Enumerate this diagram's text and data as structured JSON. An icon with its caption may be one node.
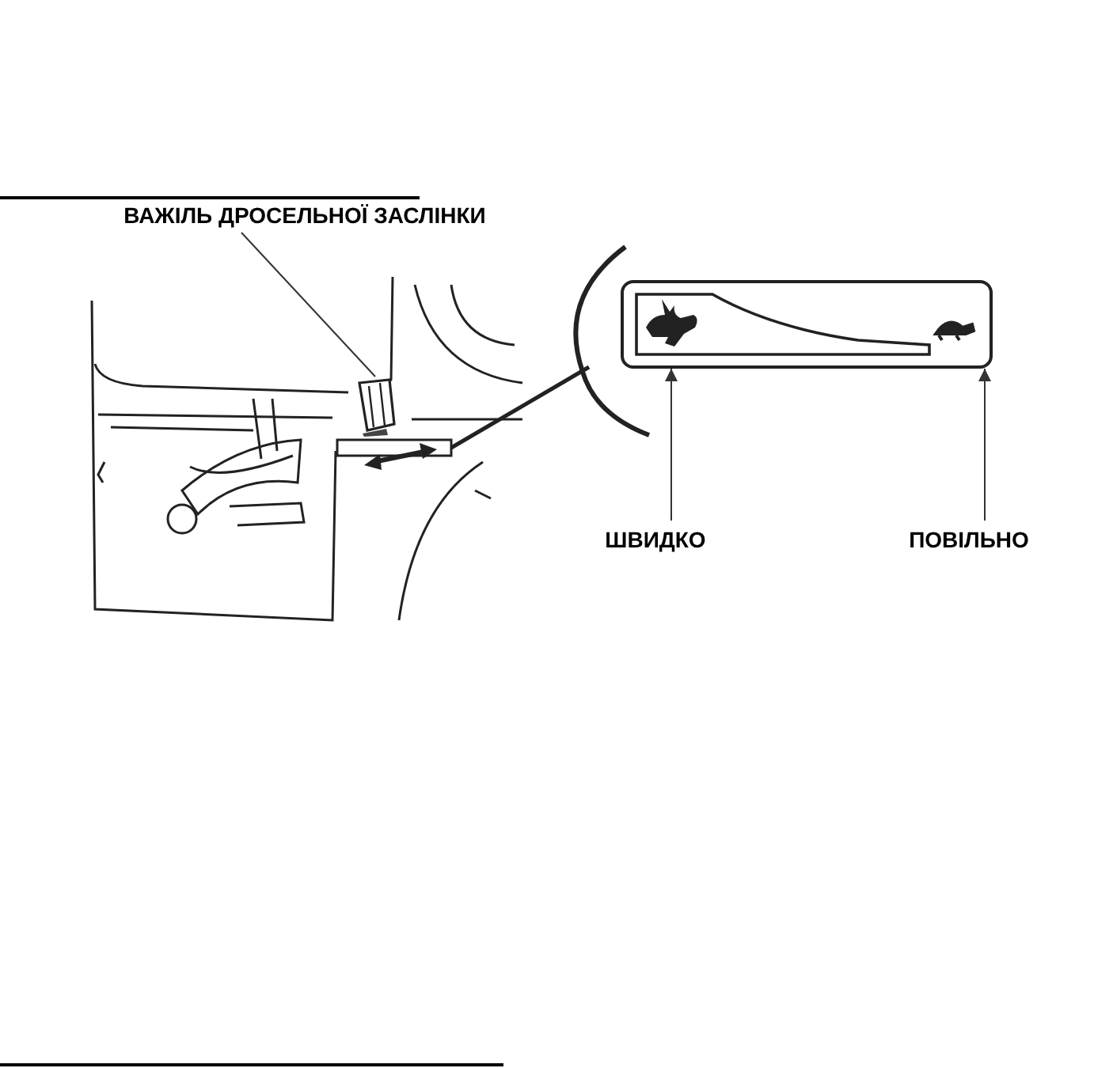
{
  "diagram": {
    "nodes": [
      {
        "text": [
          "ВАЖІЛЬ ДРОСЕЛЬНОЇ ЗАСЛІНКИ"
        ]
      },
      {
        "text": [],
        "shape": "picture"
      },
      {
        "text": [],
        "shape": "box"
      },
      {
        "text": [
          "ШВИДКО"
        ]
      },
      {
        "text": [
          "ПОВІЛЬНО"
        ]
      }
    ],
    "edges": [
      {
        "from": 0,
        "to": 1,
        "arrow": "none"
      },
      {
        "from": 3,
        "to": 2,
        "arrow": "to"
      },
      {
        "from": 4,
        "to": 2,
        "arrow": "to"
      }
    ]
  }
}
